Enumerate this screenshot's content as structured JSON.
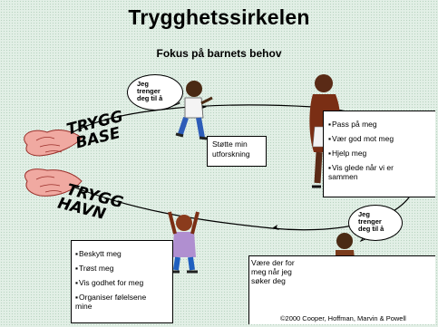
{
  "title": "Trygghetssirkelen",
  "subtitle": "Fokus på barnets behov",
  "base_label": {
    "line1": "TRYGG",
    "line2": "BASE"
  },
  "haven_label": {
    "line1": "TRYGG",
    "line2": "HAVN"
  },
  "bubble_top": {
    "line1": "Jeg",
    "line2": "trenger",
    "line3": "deg til å"
  },
  "bubble_bottom": {
    "line1": "Jeg",
    "line2": "trenger",
    "line3": "deg til å"
  },
  "support_exploration": {
    "line1": "Støtte min",
    "line2": "utforskning"
  },
  "base_needs": [
    "Pass på meg",
    "Vær god mot meg",
    "Hjelp meg",
    "Vis glede når vi er sammen"
  ],
  "haven_needs": [
    "Beskytt meg",
    "Trøst meg",
    "Vis godhet for meg",
    "Organiser følelsene mine"
  ],
  "welcome_return": {
    "line1": "Være der for",
    "line2": "meg når jeg",
    "line3": "søker deg"
  },
  "copyright": "©2000 Cooper, Hoffman, Marvin & Powell"
}
